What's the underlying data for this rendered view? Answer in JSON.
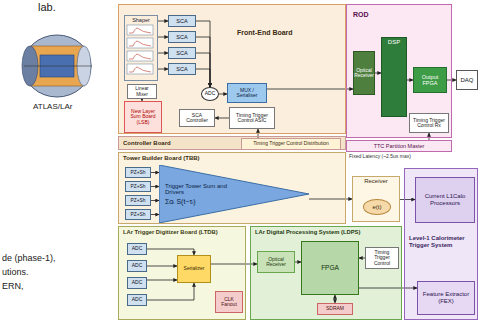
{
  "diagram": {
    "nodes": [
      {
        "text": [
          "Front-End Board"
        ]
      },
      {
        "text": [
          "Shaper"
        ],
        "in": 0
      },
      {
        "text": [
          "SCA"
        ],
        "in": 0
      },
      {
        "text": [
          "SCA"
        ],
        "in": 0
      },
      {
        "text": [
          "SCA"
        ],
        "in": 0
      },
      {
        "text": [
          "SCA"
        ],
        "in": 0
      },
      {
        "text": [
          "ADC"
        ],
        "in": 0
      },
      {
        "text": [
          "MUX / Serialiser"
        ],
        "in": 0
      },
      {
        "text": [
          "SCA Controller"
        ],
        "in": 0
      },
      {
        "text": [
          "Timing Trigger Control ASIC"
        ],
        "in": 0
      },
      {
        "text": [
          "Linear Mixer"
        ],
        "in": 0
      },
      {
        "text": [
          "New Layer Sum Board (LSB)"
        ],
        "in": 0
      },
      {
        "text": [
          "Controller Board"
        ]
      },
      {
        "text": [
          "Timing Trigger Control Distribution"
        ],
        "in": 12
      },
      {
        "text": [
          "ROD"
        ]
      },
      {
        "text": [
          "Optical Receiver"
        ],
        "in": 14
      },
      {
        "text": [
          "DSP"
        ],
        "in": 14
      },
      {
        "text": [
          "Output FPGA"
        ],
        "in": 14
      },
      {
        "text": [
          "Timing Trigger Control Rx"
        ],
        "in": 14
      },
      {
        "text": [
          "DAQ"
        ]
      },
      {
        "text": [
          "TTC Partition Master"
        ]
      },
      {
        "text": [
          "Tower Builder Board (TBB)"
        ]
      },
      {
        "text": [
          "PZ+Sh"
        ],
        "in": 21
      },
      {
        "text": [
          "PZ+Sh"
        ],
        "in": 21
      },
      {
        "text": [
          "PZ+Sh"
        ],
        "in": 21
      },
      {
        "text": [
          "PZ+Sh"
        ],
        "in": 21
      },
      {
        "text": [
          "Trigger Tower Sum and Drivers",
          "Σαᵢ S(t−τᵢ)"
        ],
        "in": 21
      },
      {
        "text": [
          "Receiver"
        ]
      },
      {
        "text": [
          "e(t)"
        ],
        "in": 27
      },
      {
        "text": [
          "Level-1 Calorimeter Trigger System"
        ]
      },
      {
        "text": [
          "Current L1Calo Processors"
        ],
        "in": 29
      },
      {
        "text": [
          "Feature Extractor (FEX)"
        ],
        "in": 29
      },
      {
        "text": [
          "LAr Trigger Digitizer Board (LTDB)"
        ]
      },
      {
        "text": [
          "ADC"
        ],
        "in": 32
      },
      {
        "text": [
          "ADC"
        ],
        "in": 32
      },
      {
        "text": [
          "ADC"
        ],
        "in": 32
      },
      {
        "text": [
          "ADC"
        ],
        "in": 32
      },
      {
        "text": [
          "Serializer"
        ],
        "in": 32
      },
      {
        "text": [
          "CLK Fanout"
        ],
        "in": 32
      },
      {
        "text": [
          "LAr Digital Processing System (LDPS)"
        ]
      },
      {
        "text": [
          "Optical Receiver"
        ],
        "in": 39
      },
      {
        "text": [
          "FPGA"
        ],
        "in": 39
      },
      {
        "text": [
          "Timing Trigger Control"
        ],
        "in": 39
      },
      {
        "text": [
          "SDRAM"
        ],
        "in": 39
      }
    ],
    "edges": [
      {
        "from": 1,
        "to": 2,
        "arrow": "to"
      },
      {
        "from": 1,
        "to": 3,
        "arrow": "to"
      },
      {
        "from": 1,
        "to": 4,
        "arrow": "to"
      },
      {
        "from": 1,
        "to": 5,
        "arrow": "to"
      },
      {
        "from": 2,
        "to": 6,
        "arrow": "to"
      },
      {
        "from": 3,
        "to": 6,
        "arrow": "to"
      },
      {
        "from": 4,
        "to": 6,
        "arrow": "to"
      },
      {
        "from": 5,
        "to": 6,
        "arrow": "to"
      },
      {
        "from": 6,
        "to": 7,
        "arrow": "to"
      },
      {
        "from": 7,
        "to": 15,
        "arrow": "to"
      },
      {
        "from": 15,
        "to": 16,
        "arrow": "to"
      },
      {
        "from": 16,
        "to": 17,
        "arrow": "to"
      },
      {
        "from": 17,
        "to": 19,
        "arrow": "to"
      },
      {
        "from": 20,
        "to": 18,
        "arrow": "to"
      },
      {
        "from": 13,
        "to": 9,
        "arrow": "to"
      },
      {
        "from": 9,
        "to": 8,
        "arrow": "to"
      },
      {
        "from": 10,
        "to": 11,
        "arrow": "to"
      },
      {
        "from": 22,
        "to": 26,
        "arrow": "to"
      },
      {
        "from": 23,
        "to": 26,
        "arrow": "to"
      },
      {
        "from": 24,
        "to": 26,
        "arrow": "to"
      },
      {
        "from": 25,
        "to": 26,
        "arrow": "to"
      },
      {
        "from": 26,
        "to": 27,
        "arrow": "to"
      },
      {
        "from": 27,
        "to": 30,
        "arrow": "to"
      },
      {
        "from": 33,
        "to": 37,
        "arrow": "to"
      },
      {
        "from": 34,
        "to": 37,
        "arrow": "to"
      },
      {
        "from": 35,
        "to": 37,
        "arrow": "to"
      },
      {
        "from": 36,
        "to": 37,
        "arrow": "to"
      },
      {
        "from": 37,
        "to": 40,
        "arrow": "to"
      },
      {
        "from": 40,
        "to": 41,
        "arrow": "to"
      },
      {
        "from": 42,
        "to": 41,
        "arrow": "to"
      },
      {
        "from": 41,
        "to": 43,
        "arrow": "both"
      },
      {
        "from": 41,
        "to": 31,
        "arrow": "to"
      }
    ],
    "labels": [
      "lab.",
      "ATLAS/LAr",
      "de (phase-1),",
      "utions.",
      "ERN,",
      "Fixed Latency (~2.5us max)"
    ]
  }
}
